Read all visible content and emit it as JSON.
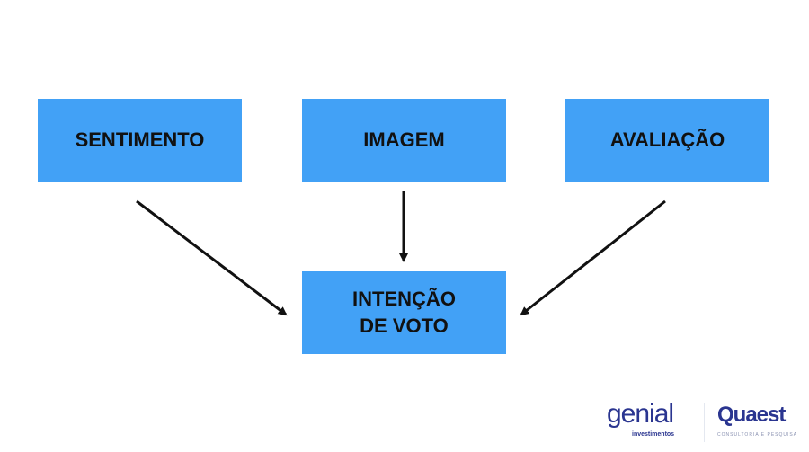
{
  "nodes": {
    "sentimento": "SENTIMENTO",
    "imagem": "IMAGEM",
    "avaliacao": "AVALIAÇÃO",
    "intencao": "INTENÇÃO\nDE VOTO"
  },
  "edges": [
    {
      "from": "sentimento",
      "to": "intencao"
    },
    {
      "from": "imagem",
      "to": "intencao"
    },
    {
      "from": "avaliacao",
      "to": "intencao"
    }
  ],
  "colors": {
    "box": "#42a1f6",
    "arrow": "#111111",
    "logo": "#2a3590"
  },
  "logos": {
    "genial": "genial",
    "genial_sub": "investimentos",
    "quaest": "Quaest",
    "quaest_sub": "CONSULTORIA E PESQUISA"
  }
}
